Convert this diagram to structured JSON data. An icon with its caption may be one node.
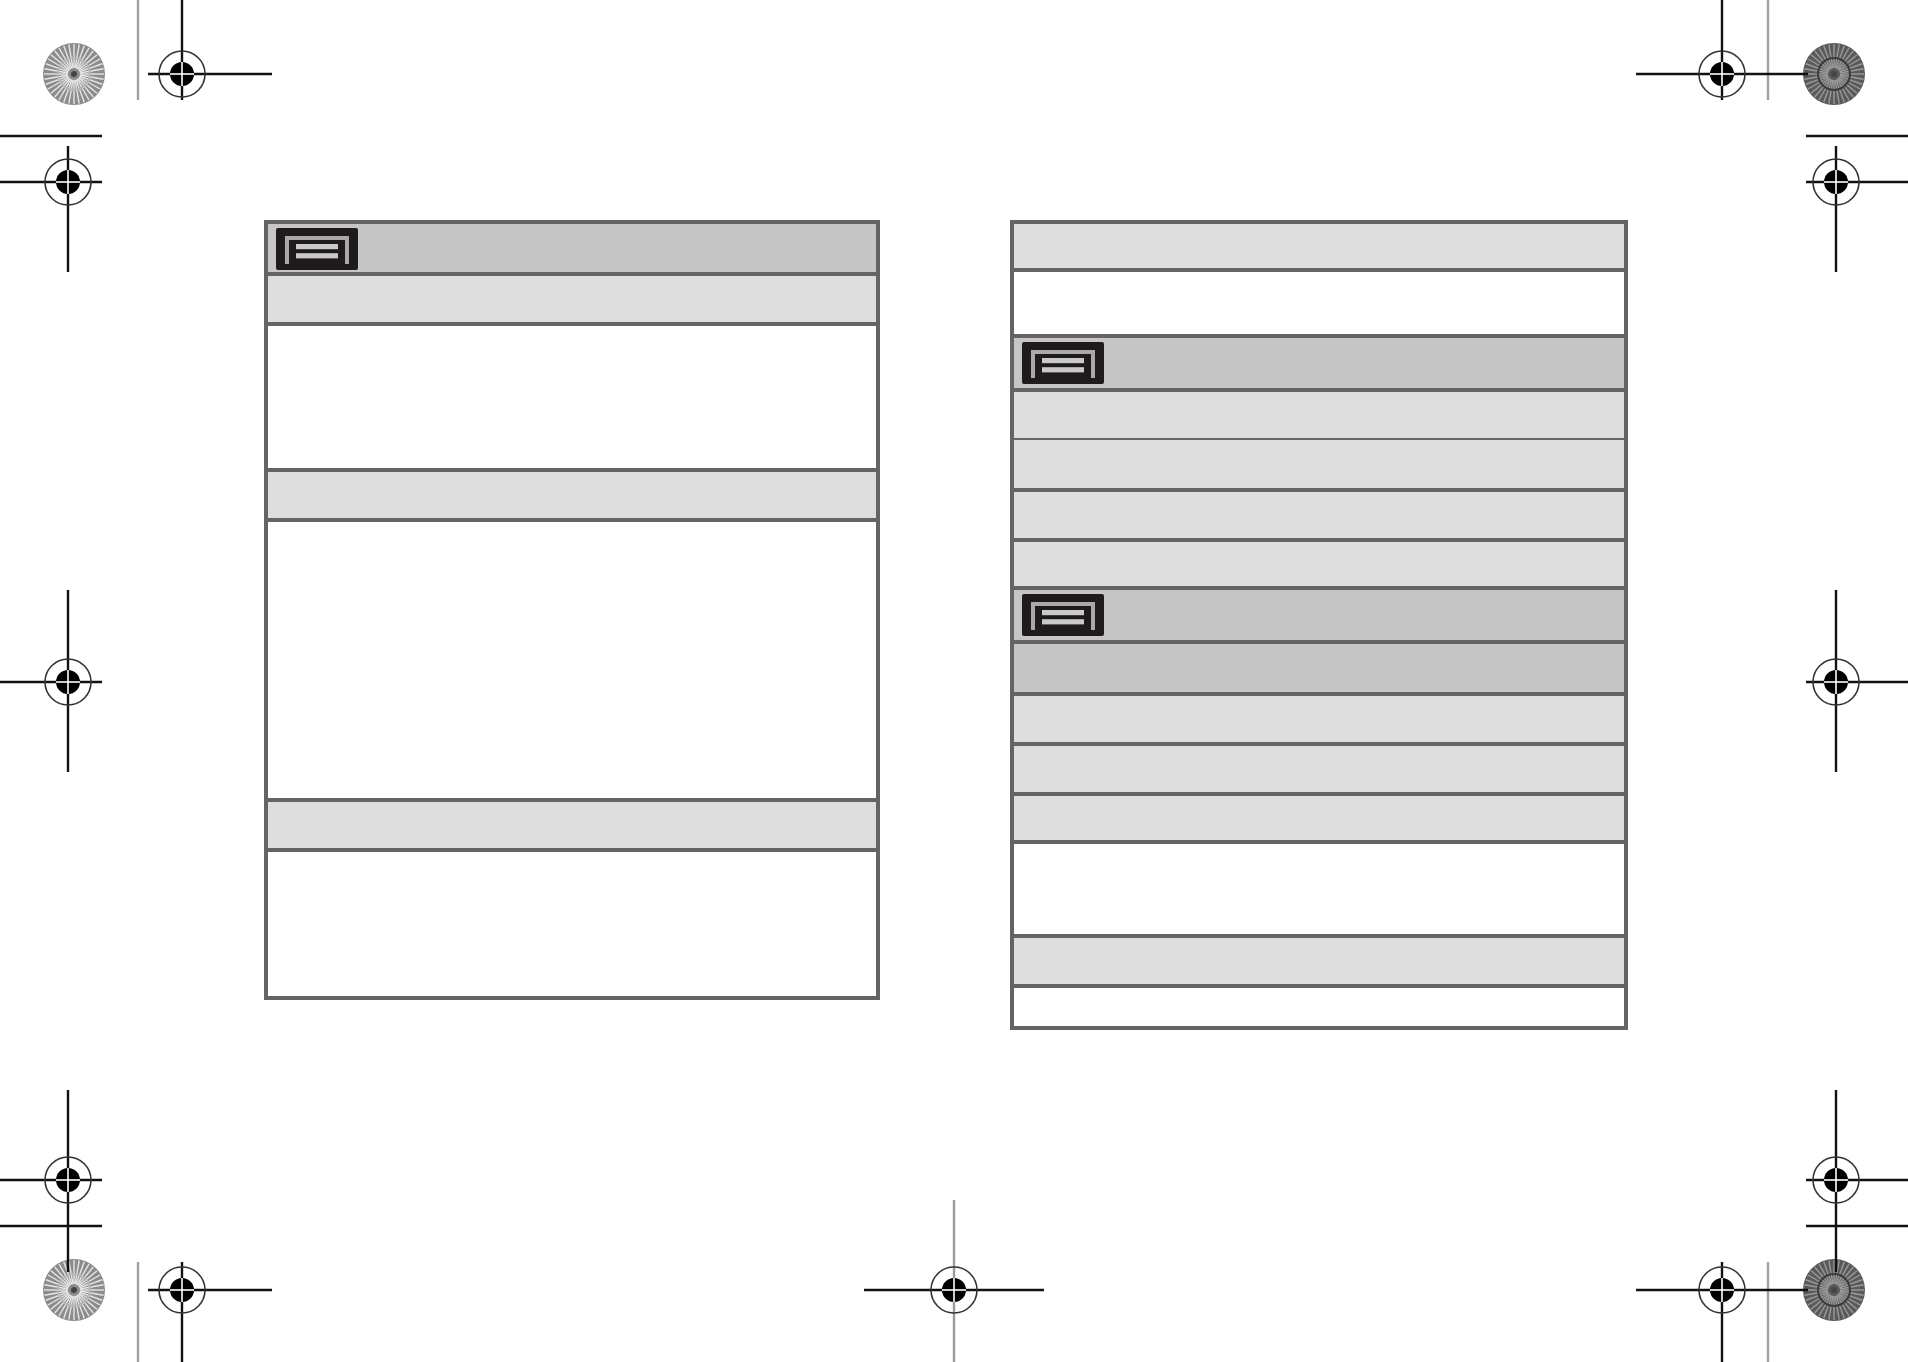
{
  "diagram": {
    "nodes": [
      {
        "text": [],
        "shape": "box"
      },
      {
        "text": [],
        "shape": "bar",
        "in": 0
      },
      {
        "text": [],
        "shape": "bar",
        "in": 0
      },
      {
        "text": [],
        "shape": "bar",
        "in": 0
      },
      {
        "text": [],
        "shape": "bar",
        "in": 0
      },
      {
        "text": [],
        "shape": "bar",
        "in": 0
      },
      {
        "text": [],
        "shape": "bar",
        "in": 0
      },
      {
        "text": [],
        "shape": "bar",
        "in": 0
      },
      {
        "text": [],
        "shape": "box"
      },
      {
        "text": [],
        "shape": "bar",
        "in": 8
      },
      {
        "text": [],
        "shape": "bar",
        "in": 8
      },
      {
        "text": [],
        "shape": "bar",
        "in": 8
      },
      {
        "text": [],
        "shape": "bar",
        "in": 8
      },
      {
        "text": [],
        "shape": "bar",
        "in": 8
      },
      {
        "text": [],
        "shape": "bar",
        "in": 8
      },
      {
        "text": [],
        "shape": "bar",
        "in": 8
      },
      {
        "text": [],
        "shape": "bar",
        "in": 8
      },
      {
        "text": [],
        "shape": "bar",
        "in": 8
      },
      {
        "text": [],
        "shape": "bar",
        "in": 8
      },
      {
        "text": [],
        "shape": "bar",
        "in": 8
      },
      {
        "text": [],
        "shape": "bar",
        "in": 8
      },
      {
        "text": [],
        "shape": "bar",
        "in": 8
      },
      {
        "text": [],
        "shape": "bar",
        "in": 8
      },
      {
        "text": [],
        "shape": "bar",
        "in": 8
      }
    ]
  }
}
